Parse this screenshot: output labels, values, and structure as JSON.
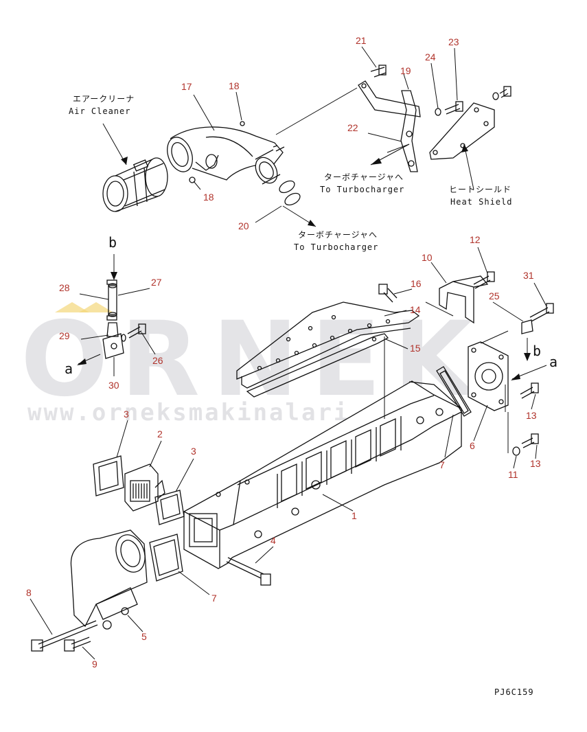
{
  "diagram": {
    "code": "PJ6C159",
    "watermark": {
      "brand": "ORNEK",
      "url": "www.orneksmakinalari.com.tr"
    },
    "captions": {
      "air_cleaner_jp": "エアークリーナ",
      "air_cleaner_en": "Air Cleaner",
      "to_turbo_jp_1": "ターボチャージャへ",
      "to_turbo_en_1": "To Turbocharger",
      "to_turbo_jp_2": "ターボチャージャへ",
      "to_turbo_en_2": "To Turbocharger",
      "heat_shield_jp": "ヒートシールド",
      "heat_shield_en": "Heat Shield"
    },
    "view_letters": {
      "b_top": "b",
      "a_left": "a",
      "b_right": "b",
      "a_right": "a"
    },
    "callouts": {
      "c21": "21",
      "c19": "19",
      "c24": "24",
      "c23": "23",
      "c17": "17",
      "c18a": "18",
      "c22": "22",
      "c18b": "18",
      "c20": "20",
      "c12": "12",
      "c10": "10",
      "c31": "31",
      "c16": "16",
      "c25": "25",
      "c28": "28",
      "c27": "27",
      "c14": "14",
      "c15": "15",
      "c29": "29",
      "c26": "26",
      "c30": "30",
      "c3a": "3",
      "c2": "2",
      "c3b": "3",
      "c7a": "7",
      "c6": "6",
      "c13a": "13",
      "c13b": "13",
      "c11": "11",
      "c1": "1",
      "c4": "4",
      "c7b": "7",
      "c8": "8",
      "c5": "5",
      "c9": "9"
    }
  }
}
